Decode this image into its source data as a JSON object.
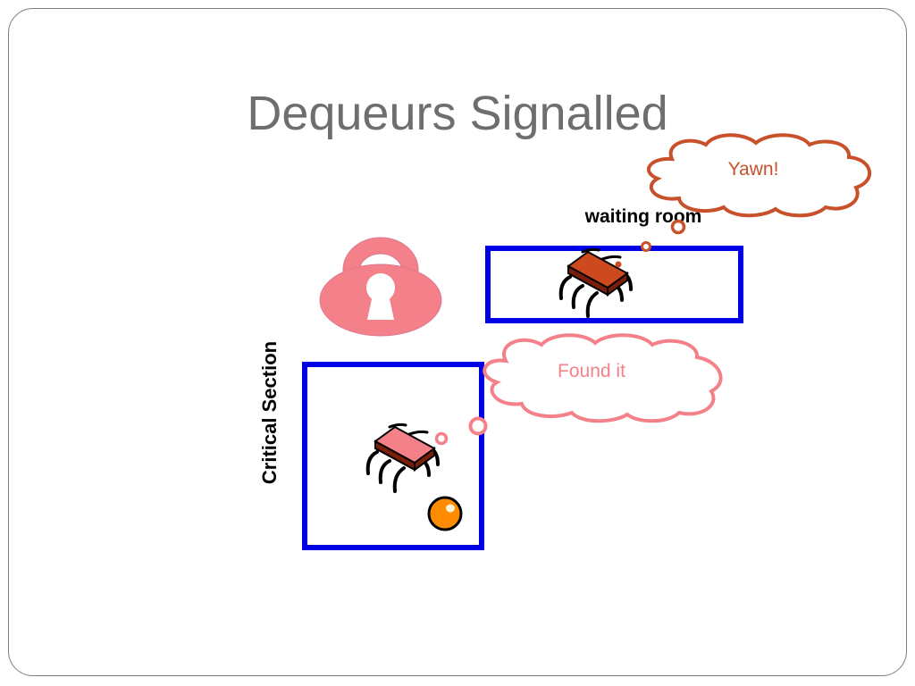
{
  "slide": {
    "title": "Dequeurs Signalled"
  },
  "labels": {
    "waiting_room": "waiting room",
    "critical_section": "Critical Section"
  },
  "bubbles": {
    "yawn": "Yawn!",
    "found_it": "Found it"
  },
  "icons": {
    "lock": "lock-icon",
    "bug_waiting": "bug-icon",
    "bug_critical": "bug-icon",
    "ball": "ball-icon"
  },
  "colors": {
    "box_border": "#0000e6",
    "lock": "#f4808a",
    "yawn_bubble": "#c8502a",
    "found_bubble": "#f4808a",
    "bug_waiting": "#cc4a1e",
    "bug_critical": "#f4808a",
    "ball": "#ff8c00"
  }
}
